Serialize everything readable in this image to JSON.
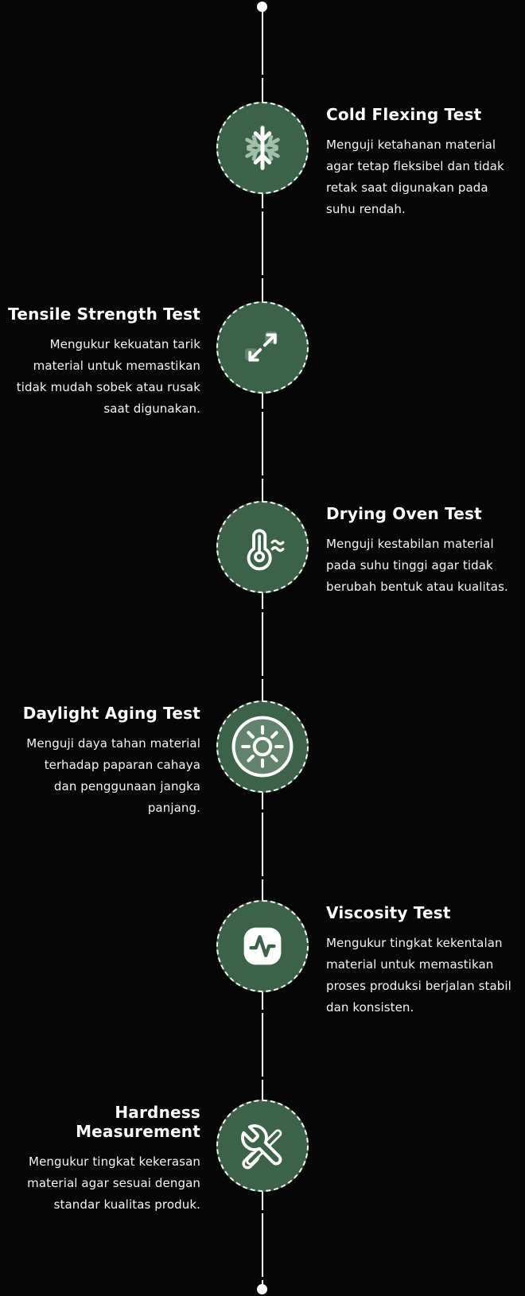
{
  "page": {
    "background": "#060606"
  },
  "timeline": {
    "accent_green": "#3c6349",
    "accent_light": "#a3bfab",
    "line_color": "#ffffff",
    "items": [
      {
        "title": "Cold Flexing Test",
        "description": "Menguji ketahanan material\nagar tetap fleksibel dan tidak\nretak saat digunakan pada\nsuhu rendah.",
        "icon": "snowflake-icon",
        "side": "right"
      },
      {
        "title": "Tensile Strength Test",
        "description": "Mengukur kekuatan tarik\nmaterial untuk memastikan\ntidak mudah sobek atau rusak\nsaat digunakan.",
        "icon": "expand-arrows-icon",
        "side": "left"
      },
      {
        "title": "Drying Oven Test",
        "description": "Menguji kestabilan material\npada suhu tinggi agar tidak\nberubah bentuk atau kualitas.",
        "icon": "thermometer-icon",
        "side": "right"
      },
      {
        "title": "Daylight Aging Test",
        "description": "Menguji daya tahan material\nterhadap paparan cahaya\ndan penggunaan jangka\npanjang.",
        "icon": "sun-icon",
        "side": "left"
      },
      {
        "title": "Viscosity Test",
        "description": "Mengukur tingkat kekentalan\nmaterial untuk memastikan\nproses produksi berjalan stabil\ndan konsisten.",
        "icon": "pulse-icon",
        "side": "right"
      },
      {
        "title": "Hardness Measurement",
        "description": "Mengukur tingkat kekerasan\nmaterial agar sesuai dengan\nstandar kualitas produk.",
        "icon": "tools-icon",
        "side": "left"
      }
    ]
  }
}
